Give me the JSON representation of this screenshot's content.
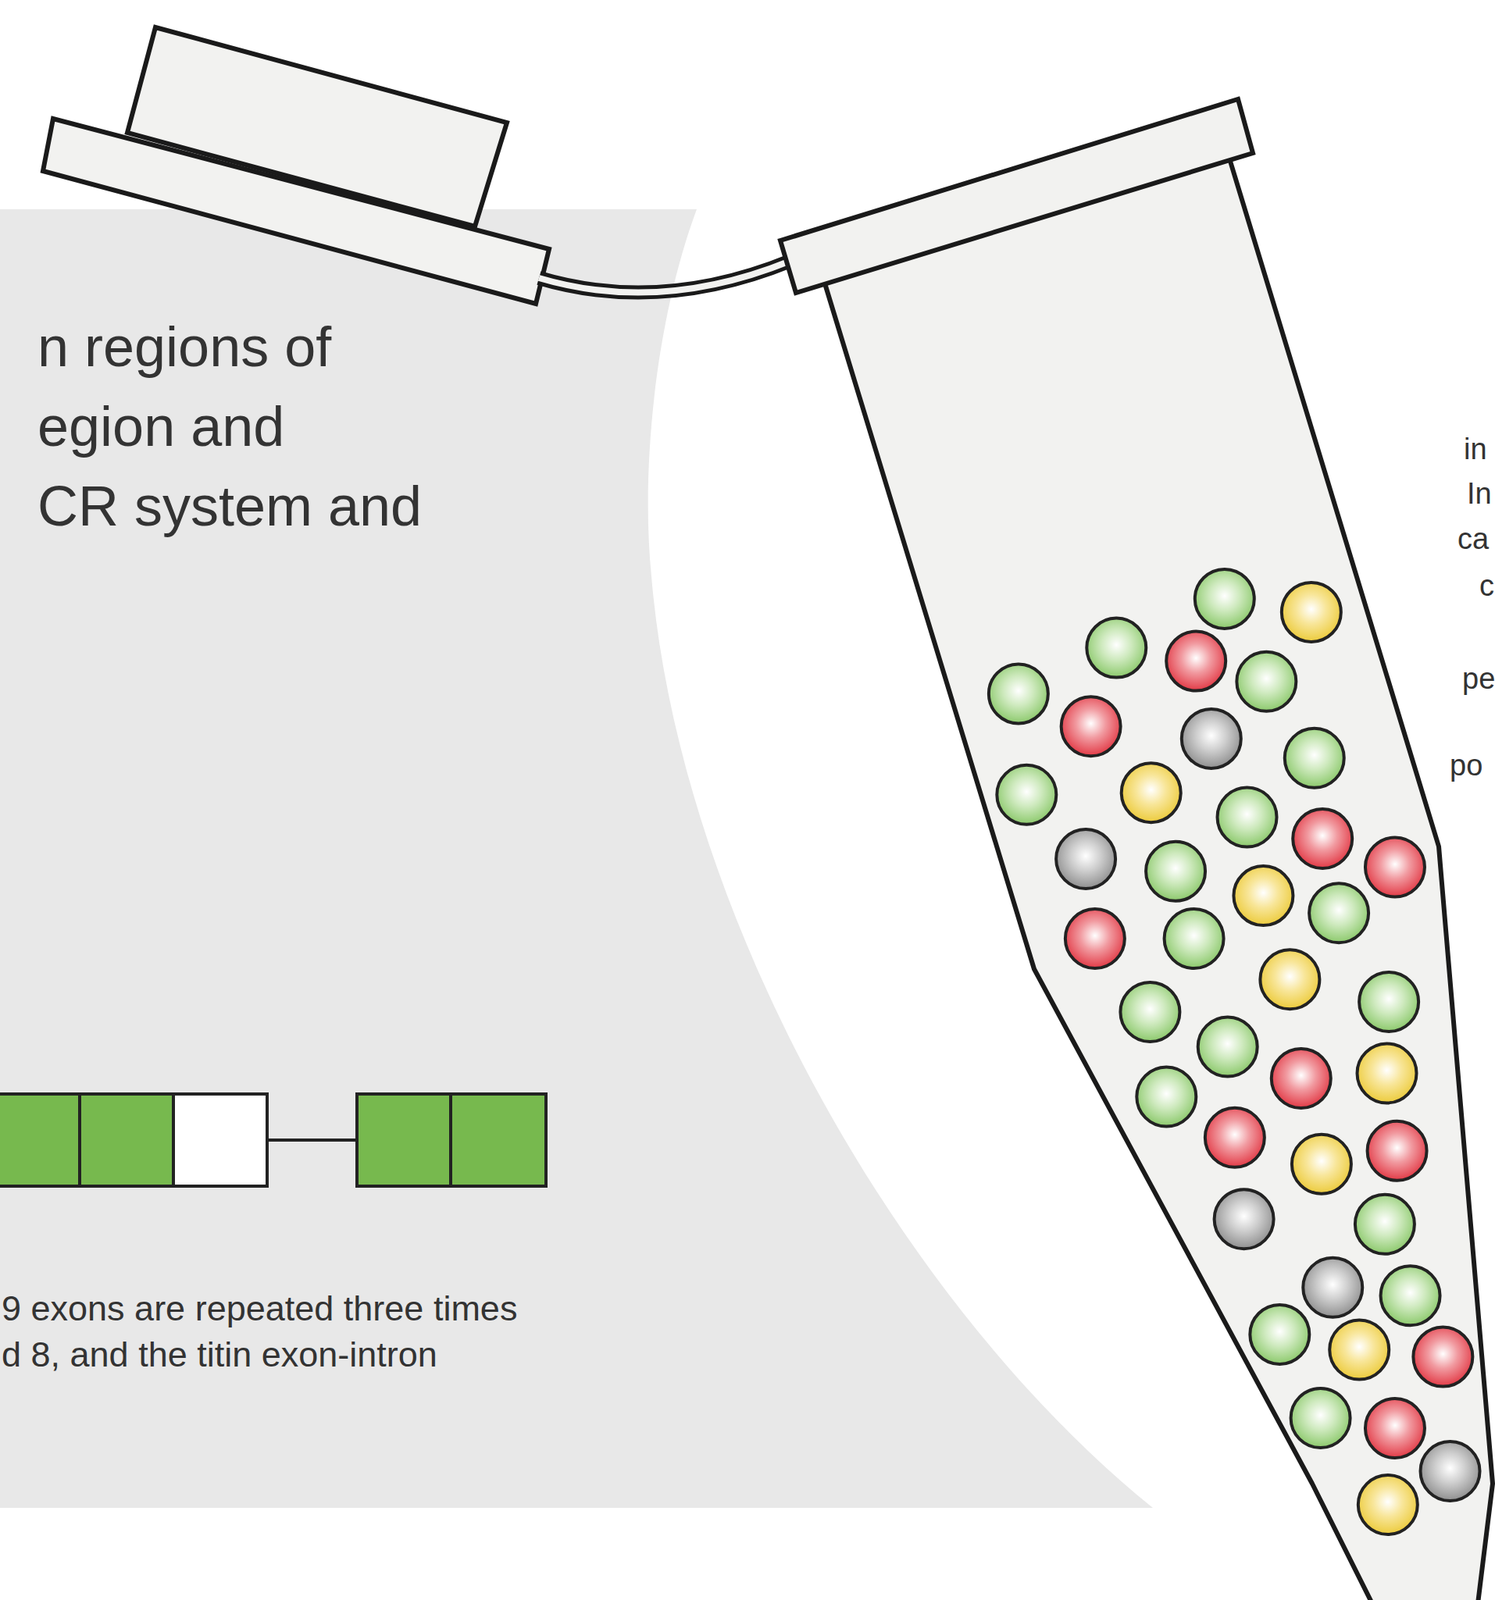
{
  "diagram": {
    "nodes": [
      {
        "text": [
          "n regions of egion and CR system and",
          "9 exons are repeated three times d 8, and the titin exon-intron"
        ]
      }
    ],
    "labels": [
      "in",
      "In",
      "ca",
      "c",
      "pe",
      "po"
    ]
  }
}
